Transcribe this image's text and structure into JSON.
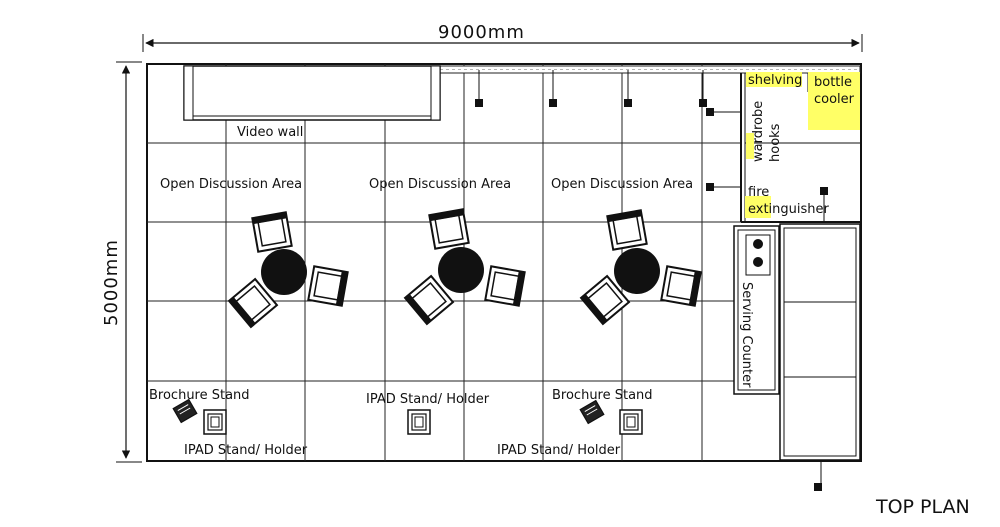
{
  "dimensions": {
    "width_label": "9000mm",
    "height_label": "5000mm"
  },
  "plan_title": "TOP PLAN",
  "labels": {
    "video_wall": "Video wall",
    "discussion_1": "Open Discussion Area",
    "discussion_2": "Open Discussion Area",
    "discussion_3": "Open Discussion Area",
    "brochure_1": "Brochure Stand",
    "brochure_2": "Brochure Stand",
    "ipad_1": "IPAD Stand/ Holder",
    "ipad_2": "IPAD Stand/ Holder",
    "ipad_3": "IPAD Stand/ Holder",
    "shelving": "shelving",
    "bottle_cooler": "bottle cooler",
    "bottle_cooler_line1": "bottle",
    "bottle_cooler_line2": "cooler",
    "wardrobe_hooks_line1": "wardrobe",
    "wardrobe_hooks_line2": "hooks",
    "fire_extinguisher_line1": "fire",
    "fire_extinguisher_line2": "extinguisher",
    "serving_counter": "Serving Counter"
  },
  "colors": {
    "highlight": "#ffff66",
    "table": "#111111",
    "line": "#222222"
  }
}
